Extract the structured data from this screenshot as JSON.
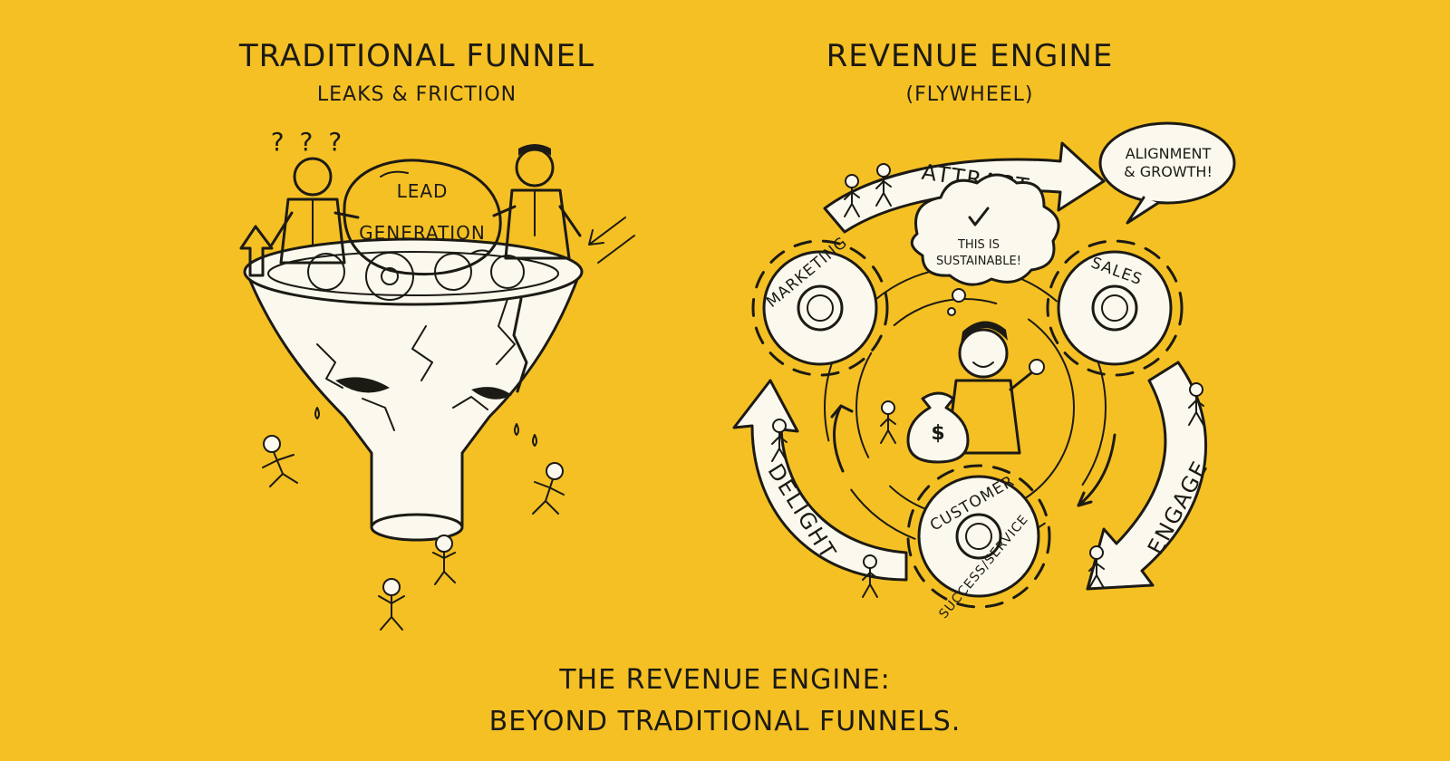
{
  "left_panel": {
    "title": "TRADITIONAL FUNNEL",
    "subtitle": "LEAKS & FRICTION",
    "rock_label_line1": "LEAD",
    "rock_label_line2": "GENERATION",
    "question_marks": "? ? ?"
  },
  "right_panel": {
    "title": "REVENUE ENGINE",
    "subtitle": "(FLYWHEEL)",
    "gears": {
      "marketing": "MARKETING",
      "sales": "SALES",
      "customer_line1": "CUSTOMER",
      "customer_line2": "SUCCESS/SERVICE"
    },
    "arrows": {
      "attract": "ATTRACT",
      "engage": "ENGAGE",
      "delight": "DELIGHT"
    },
    "speech_bubble_line1": "ALIGNMENT",
    "speech_bubble_line2": "& GROWTH!",
    "thought_bubble_line1": "THIS IS",
    "thought_bubble_line2": "SUSTAINABLE!",
    "money_symbol": "$"
  },
  "footer": {
    "line1": "THE REVENUE ENGINE:",
    "line2": "BEYOND TRADITIONAL FUNNELS."
  },
  "colors": {
    "background": "#F5C024",
    "ink": "#1c1a14",
    "paper": "#fbf8ee",
    "rock": "#b9b6ad"
  }
}
